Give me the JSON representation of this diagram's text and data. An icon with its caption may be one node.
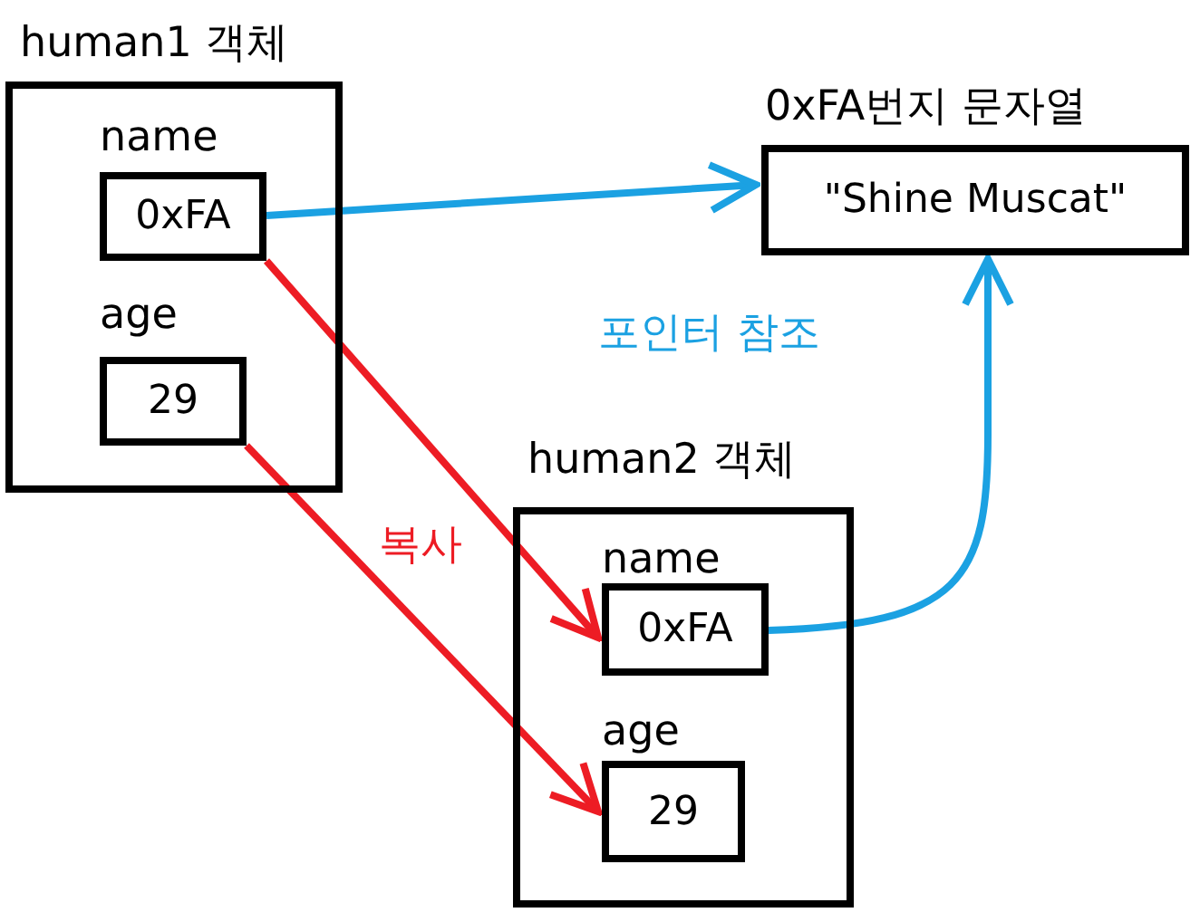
{
  "diagram": {
    "nodes": [
      {
        "text": [
          "human1 객체"
        ]
      },
      {
        "text": [
          "name",
          "0xFA"
        ],
        "in": 0
      },
      {
        "text": [
          "age",
          "29"
        ],
        "in": 0
      },
      {
        "text": [
          "0xFA번지 문자열",
          "\"Shine Muscat\""
        ]
      },
      {
        "text": [
          "human2 객체"
        ]
      },
      {
        "text": [
          "name",
          "0xFA"
        ],
        "in": 4
      },
      {
        "text": [
          "age",
          "29"
        ],
        "in": 4
      }
    ],
    "edges": [
      {
        "from": 1,
        "to": 3,
        "arrow": "to",
        "color": "#1ba1e2"
      },
      {
        "from": 1,
        "to": 5,
        "arrow": "to",
        "color": "#ed1c24",
        "label": "복사"
      },
      {
        "from": 2,
        "to": 6,
        "arrow": "to",
        "color": "#ed1c24"
      },
      {
        "from": 5,
        "to": 3,
        "arrow": "to",
        "color": "#1ba1e2",
        "label": "포인터 참조"
      }
    ]
  }
}
